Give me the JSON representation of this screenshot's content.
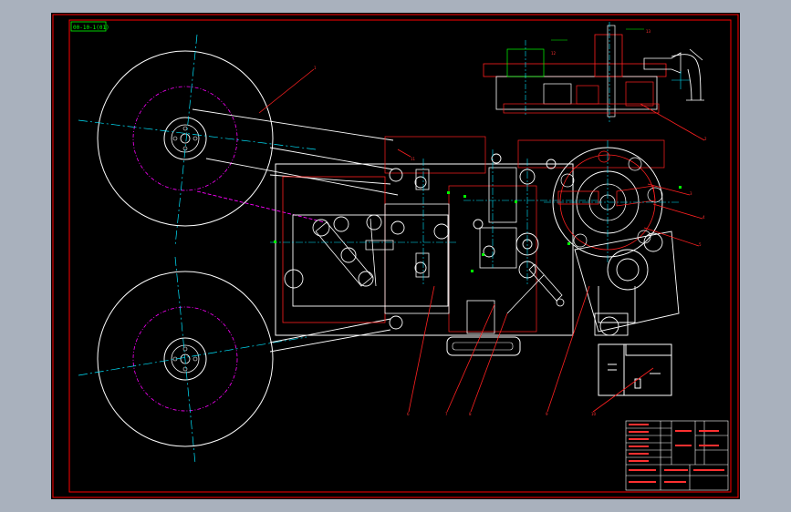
{
  "drawing": {
    "drawing_code": "00-10-1(01)",
    "balloon_labels": [
      "1",
      "2",
      "3",
      "4",
      "5",
      "6",
      "7",
      "8",
      "9",
      "10",
      "11",
      "12",
      "13"
    ]
  },
  "colors": {
    "background": "#000000",
    "frame": "#ff0000",
    "outline": "#ffffff",
    "centerline": "#00e5ff",
    "hidden": "#ff00ff",
    "part": "#ffffff",
    "leader": "#ff2020",
    "dimension": "#00ff00"
  }
}
